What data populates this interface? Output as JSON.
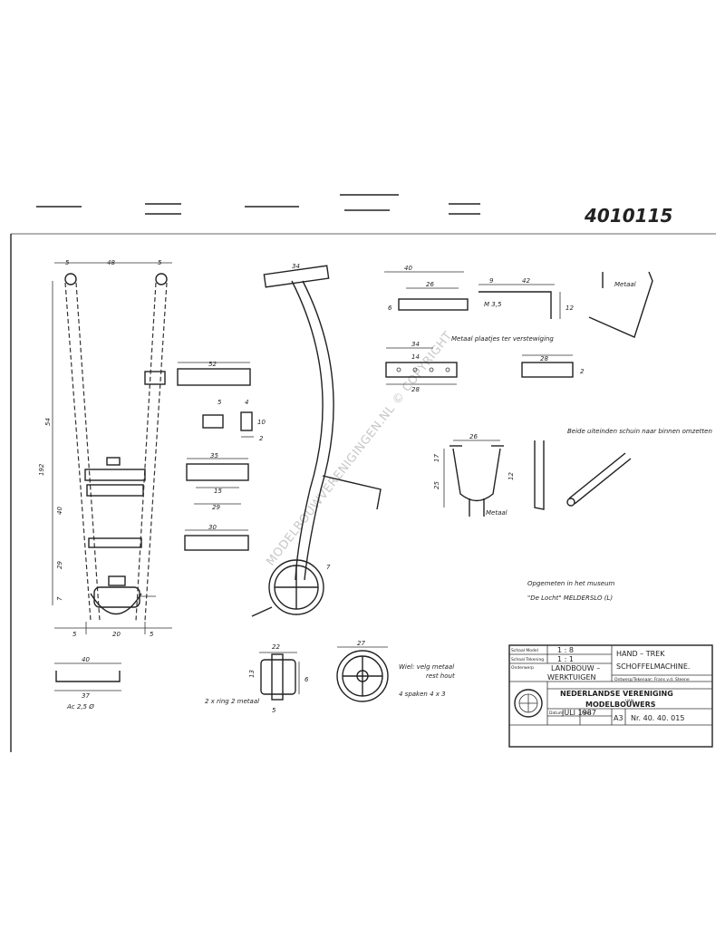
{
  "corner_mark": "4010115",
  "watermark": "MODELBOUWVERENIGINGEN.NL © COPYRIGHT",
  "dimensions": {
    "frame_top_5a": "5",
    "frame_top_48": "48",
    "frame_top_5b": "5",
    "frame_side_54": "54",
    "frame_side_192": "192",
    "frame_side_40": "40",
    "frame_side_29": "29",
    "frame_side_7": "7",
    "frame_bottom_5a": "5",
    "frame_bottom_20": "20",
    "frame_bottom_5b": "5",
    "part_52": "52",
    "part_5": "5",
    "part_4": "4",
    "part_10": "10",
    "part_2": "2",
    "part_35": "35",
    "part_15": "15",
    "part_29": "29",
    "part_30": "30",
    "handle_34": "34",
    "handle_7": "7",
    "bracket_40": "40",
    "bracket_26": "26",
    "bracket_6": "6",
    "bracket_9": "9",
    "bracket_42": "42",
    "bracket_m3": "M 3,5",
    "bracket_12": "12",
    "strip_34": "34",
    "strip_14": "14",
    "strip_28": "28",
    "strip_28b": "28",
    "strip_2": "2",
    "blade_26": "26",
    "blade_25": "25",
    "blade_17": "17",
    "blade_12": "12",
    "pin_40": "40",
    "pin_37": "37",
    "hub_22": "22",
    "hub_13": "13",
    "hub_6": "6",
    "hub_5": "5",
    "wheel_27": "27"
  },
  "notes": {
    "metaal_top": "Metaal",
    "metaal_strips": "Metaal plaatjes ter verstewiging",
    "blade_metaal": "Metaal",
    "bend_note": "Beide uiteinden schuin naar binnen omzetten",
    "museum_line1": "Opgemeten in het museum",
    "museum_line2": "\"De Locht\" MELDERSLO (L)",
    "pin_note": "Ac 2,5 Ø",
    "ring_note": "2 x ring 2 metaal",
    "wheel_note1": "Wiel: velg metaal",
    "wheel_note2": "rest hout",
    "spokes_note": "4 spaken 4 x 3"
  },
  "title_block": {
    "scale_label": "Schaal Model",
    "scale_value": "1 : 8",
    "ref_label": "Schaal Tekening",
    "ref_value": "1 : 1",
    "category_label": "Onderwerp",
    "category_line1": "LANDBOUW –",
    "category_line2": "WERKTUIGEN",
    "title_line1": "HAND – TREK",
    "title_line2": "SCHOFFELMACHINE.",
    "author": "Ontwerp/Tekenaar: Frans v.d. Steene",
    "org_line1": "NEDERLANDSE VERENIGING",
    "org_small": "VAN",
    "org_line2": "MODELBOUWERS",
    "date_label": "Datum",
    "date_value": "JULI 1987",
    "sheet_label": "Blad",
    "sheet_value": "",
    "format": "A3",
    "number": "Nr. 40. 40. 015"
  }
}
